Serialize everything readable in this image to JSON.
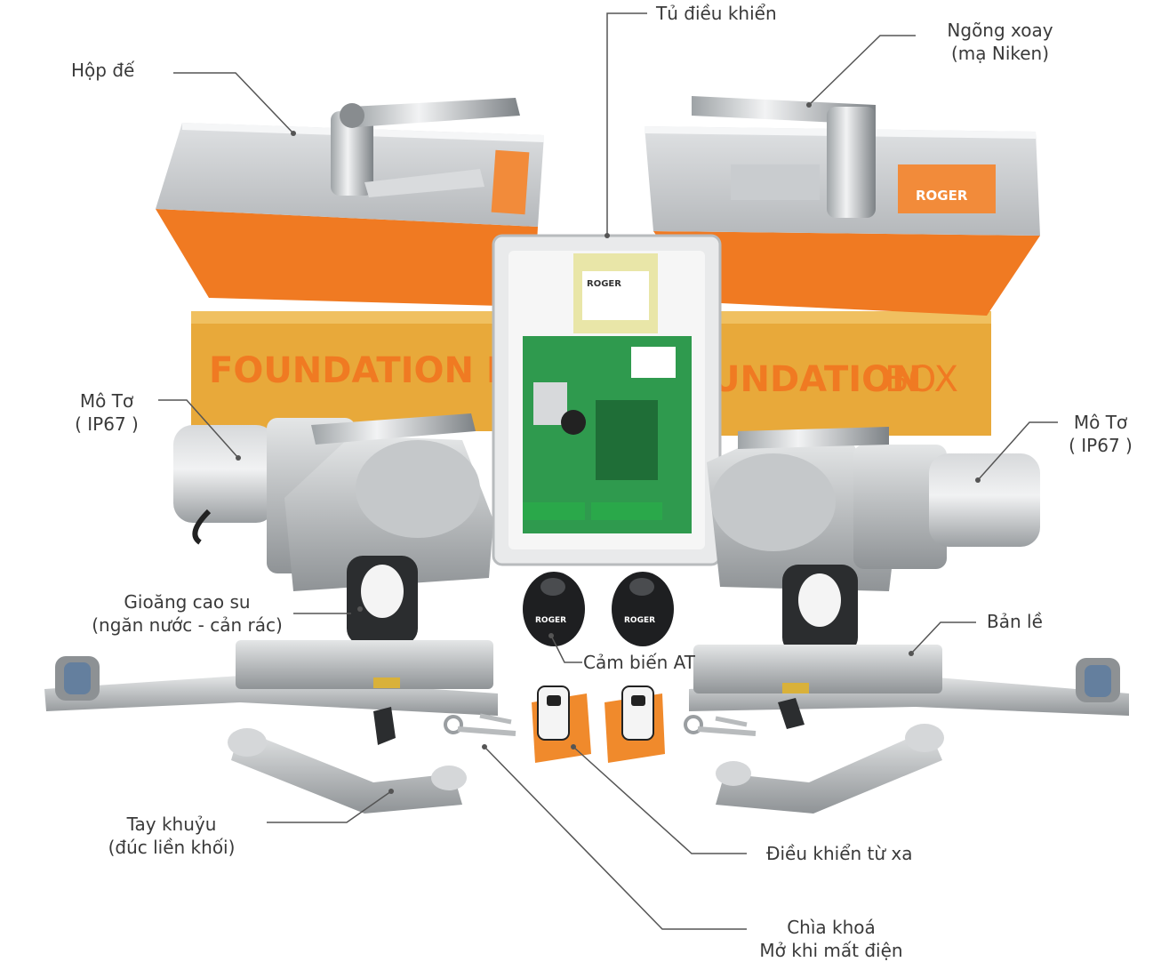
{
  "colors": {
    "orange": "#f07a22",
    "cardboard": "#e8a93a",
    "aluminum": "#c8cacb",
    "pcb": "#2f9a4e",
    "line": "#555555",
    "text": "#3a3a3a"
  },
  "box_print": {
    "left": "FOUNDATION BO",
    "right_a": "UNDATION",
    "right_b": "BOX"
  },
  "brand": "ROGER",
  "labels": {
    "hop_de": "Hộp đế",
    "tu_dieu_khien": "Tủ điều khiển",
    "ngong_xoay_1": "Ngõng xoay",
    "ngong_xoay_2": "(mạ Niken)",
    "mo_to_left_1": "Mô Tơ",
    "mo_to_left_2": "( IP67 )",
    "mo_to_right_1": "Mô Tơ",
    "mo_to_right_2": "( IP67 )",
    "gioang_1": "Gioăng cao su",
    "gioang_2": "(ngăn nước - cản rác)",
    "ban_le": "Bản lề",
    "cam_bien": "Cảm biến AT",
    "tay_khuyu_1": "Tay khuỷu",
    "tay_khuyu_2": "(đúc liền khối)",
    "dieu_khien": "Điều khiển từ xa",
    "chia_khoa_1": "Chìa khoá",
    "chia_khoa_2": "Mở khi mất điện"
  }
}
